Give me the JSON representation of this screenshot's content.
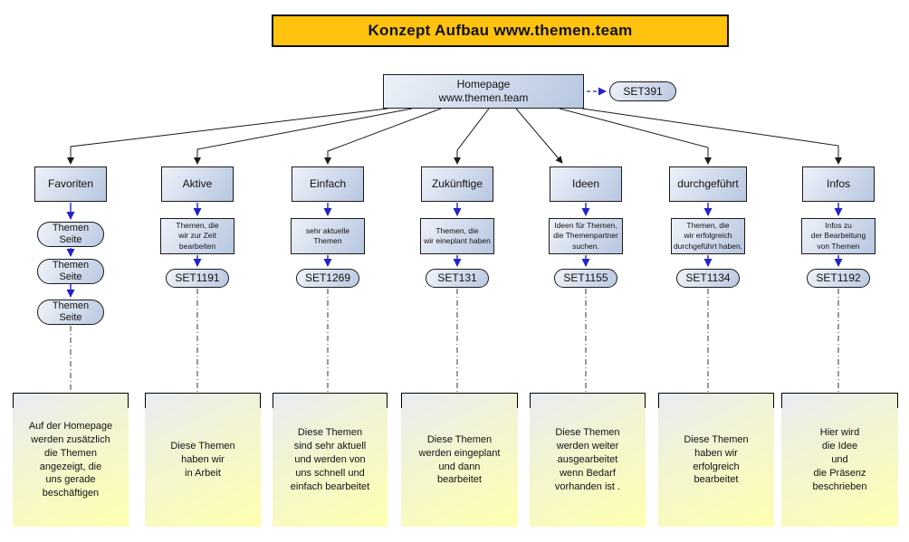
{
  "title": "Konzept Aufbau www.themen.team",
  "homepage": {
    "label": "Homepage\nwww.themen.team",
    "set_ref": "SET391"
  },
  "columns": [
    {
      "label": "Favoriten",
      "pages": [
        "Themen\nSeite",
        "Themen\nSeite",
        "Themen\nSeite"
      ],
      "note": "Auf der Homepage\nwerden zusätzlich\ndie Themen\nangezeigt, die\nuns gerade\nbeschäftigen"
    },
    {
      "label": "Aktive",
      "desc": "Themen, die\nwir zur Zeit\nbearbeiten",
      "set_ref": "SET1191",
      "note": "Diese Themen\nhaben wir\nin Arbeit"
    },
    {
      "label": "Einfach",
      "desc": "sehr aktuelle\nThemen",
      "set_ref": "SET1269",
      "note": "Diese Themen\nsind sehr aktuell\nund werden von\nuns schnell und\neinfach  bearbeitet"
    },
    {
      "label": "Zukünftige",
      "desc": "Themen, die\nwir eineplant haben",
      "set_ref": "SET131",
      "note": "Diese Themen\nwerden eingeplant\nund dann\nbearbeitet"
    },
    {
      "label": "Ideen",
      "desc": "Ideen für Themen,\ndie Themenpartner\nsuchen.",
      "set_ref": "SET1155",
      "note": "Diese Themen\nwerden weiter\nausgearbeitet\nwenn Bedarf\nvorhanden ist ."
    },
    {
      "label": "durchgeführt",
      "desc": "Themen, die\nwir erfolgreich\ndurchgeführt haben.",
      "set_ref": "SET1134",
      "note": "Diese Themen\nhaben wir\nerfolgreich\nbearbeitet"
    },
    {
      "label": "Infos",
      "desc": "Infos zu\nder Bearbeitung\nvon Themen",
      "set_ref": "SET1192",
      "note": "Hier wird\ndie Idee\nund\ndie Präsenz\nbeschrieben"
    }
  ],
  "colors": {
    "title-bg": "#ffc20e",
    "node-border": "#1a1a1a",
    "arrow-blue": "#2222cc",
    "arrow-black": "#1a1a1a",
    "note-bottom": "#feffb0"
  }
}
